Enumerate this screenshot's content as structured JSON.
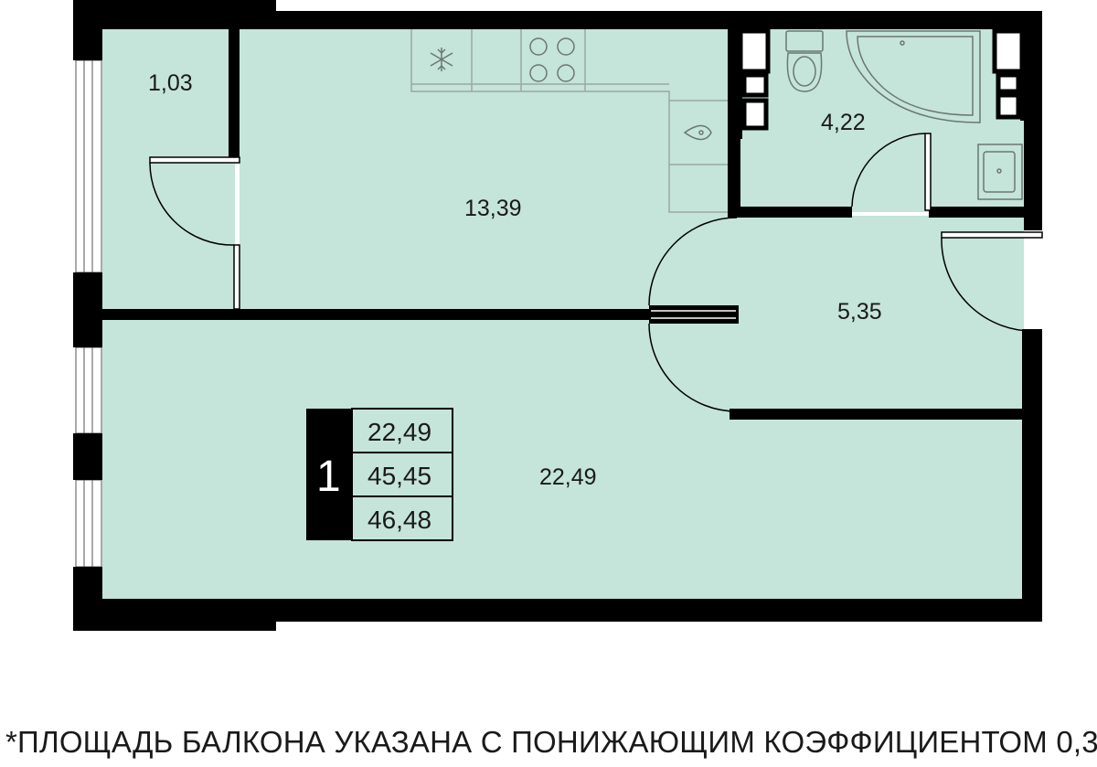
{
  "colors": {
    "floor": "#c5e4da",
    "wall": "#000000",
    "fixture_line": "#9aa8a2"
  },
  "rooms": {
    "balcony_area": "1,03",
    "kitchen_area": "13,39",
    "bathroom_area": "4,22",
    "hall_area": "5,35",
    "living_area": "22,49"
  },
  "summary": {
    "rooms_count": "1",
    "living_area": "22,49",
    "total_area": "45,45",
    "total_with_balcony": "46,48"
  },
  "icons": [
    "snowflake-icon",
    "stove-icon",
    "sink-icon",
    "toilet-icon",
    "bathtub-icon",
    "washbasin-icon"
  ],
  "footnote": "*ПЛОЩАДЬ БАЛКОНА УКАЗАНА С ПОНИЖАЮЩИМ КОЭФФИЦИЕНТОМ 0,3"
}
